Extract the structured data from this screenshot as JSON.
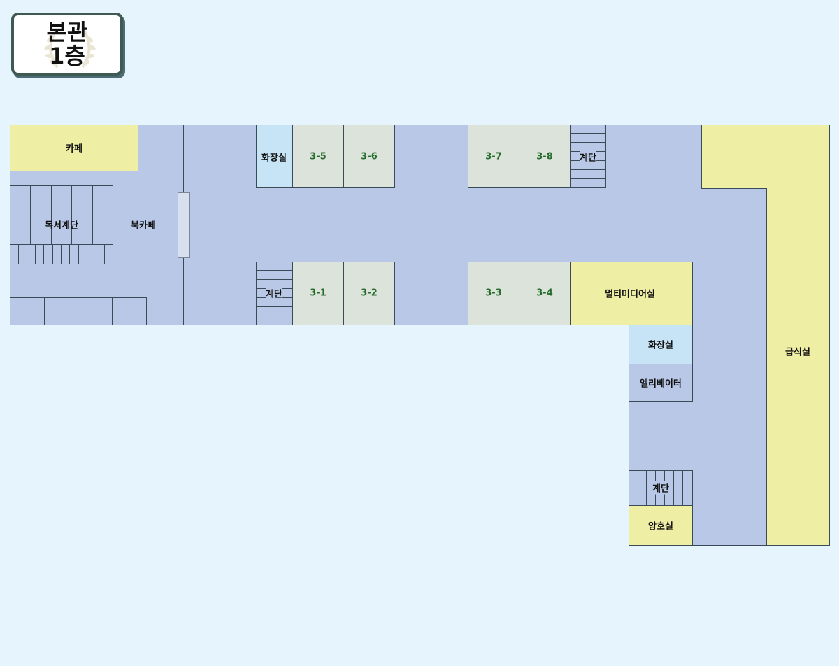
{
  "badge": {
    "line1": "본관",
    "line2": "1층"
  },
  "colors": {
    "background": "#e5f4fd",
    "corridor": "#b8c8e6",
    "yellow_room": "#eeeea4",
    "restroom": "#c6e4f6",
    "classroom": "#dbe3db",
    "classroom_label": "#256b2a"
  },
  "rooms": {
    "cafe": "카페",
    "reading_stairs": "독서계단",
    "book_cafe": "북카페",
    "restroom_top": "화장실",
    "room_3_5": "3-5",
    "room_3_6": "3-6",
    "room_3_7": "3-7",
    "room_3_8": "3-8",
    "stairs_top": "계단",
    "stairs_bottom": "계단",
    "room_3_1": "3-1",
    "room_3_2": "3-2",
    "room_3_3": "3-3",
    "room_3_4": "3-4",
    "multimedia": "멀티미디어실",
    "restroom_right": "화장실",
    "elevator": "엘리베이터",
    "stairs_right": "계단",
    "nurse": "양호실",
    "cafeteria": "급식실"
  }
}
